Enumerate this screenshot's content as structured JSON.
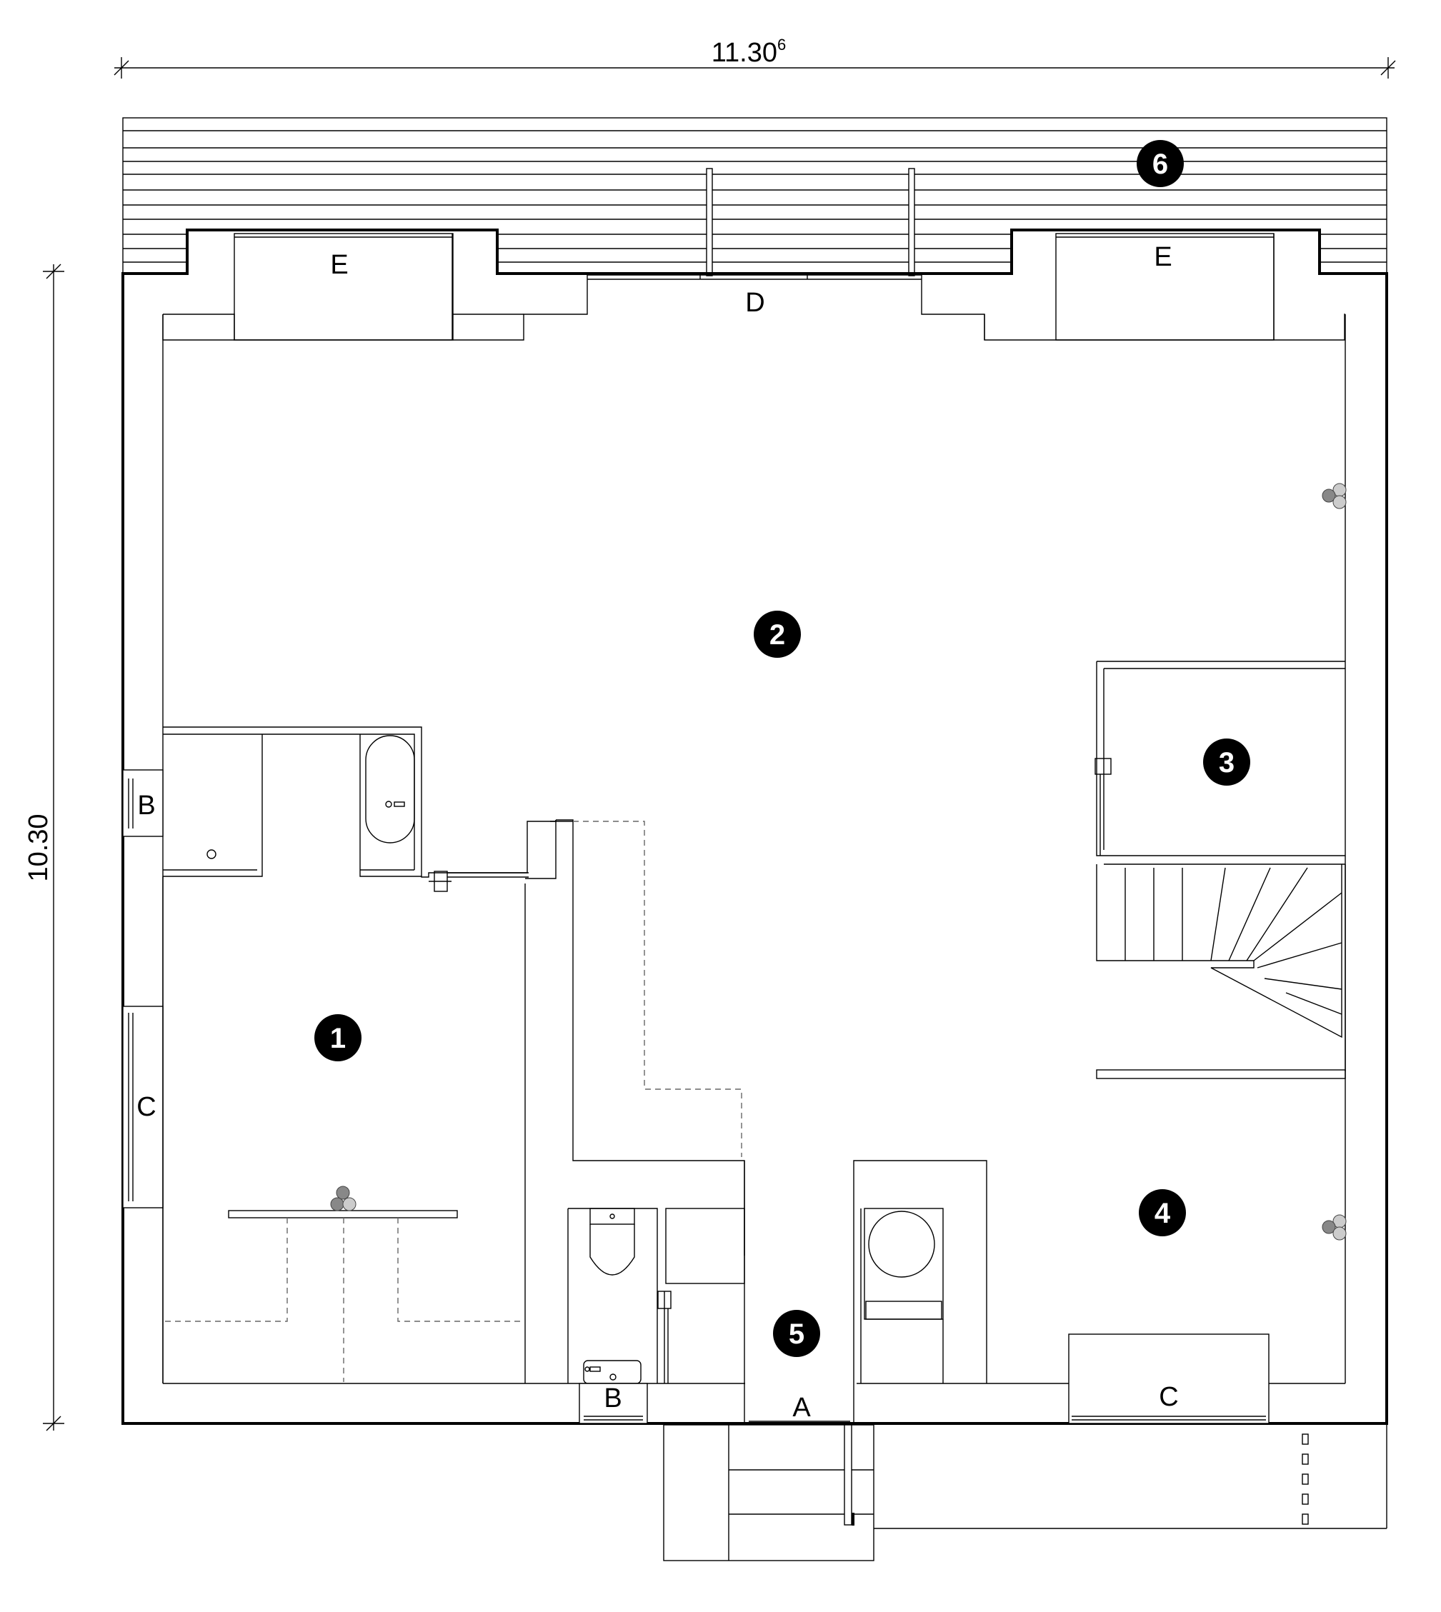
{
  "dimensions": {
    "width_main": "11.30",
    "width_sup": "6",
    "height": "10.30"
  },
  "openings": {
    "a": "A",
    "b_left": "B",
    "b_bottom": "B",
    "c_left": "C",
    "c_bottom": "C",
    "d": "D",
    "e_left": "E",
    "e_right": "E"
  },
  "rooms": [
    "1",
    "2",
    "3",
    "4",
    "5",
    "6"
  ]
}
